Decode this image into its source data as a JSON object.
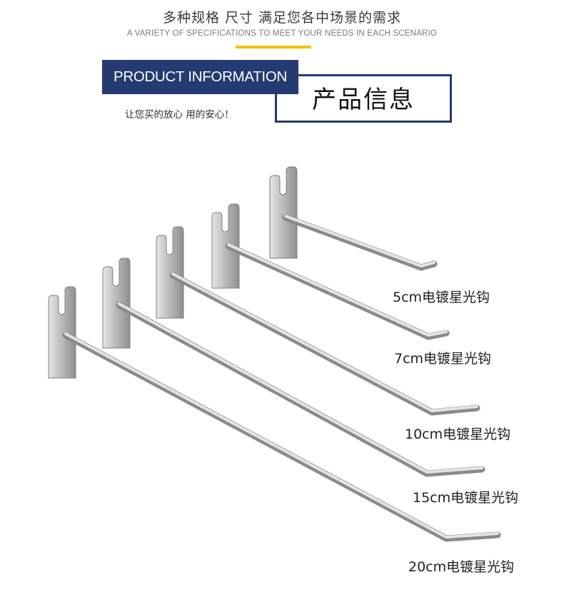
{
  "header": {
    "title": "多种规格 尺寸 满足您各中场景的需求",
    "subtitle": "A VARIETY OF SPECIFICATIONS TO MEET YOUR NEEDS IN EACH SCENARIO"
  },
  "section": {
    "banner_en": "PRODUCT INFORMATION",
    "label_cn": "产品信息",
    "slogan": "让您买的放心 用的安心！"
  },
  "colors": {
    "navy": "#243a72",
    "accent": "#f3c200"
  },
  "hooks": [
    {
      "label": "5cm电镀星光钩"
    },
    {
      "label": "7cm电镀星光钩"
    },
    {
      "label": "10cm电镀星光钩"
    },
    {
      "label": "15cm电镀星光钩"
    },
    {
      "label": "20cm电镀星光钩"
    }
  ]
}
